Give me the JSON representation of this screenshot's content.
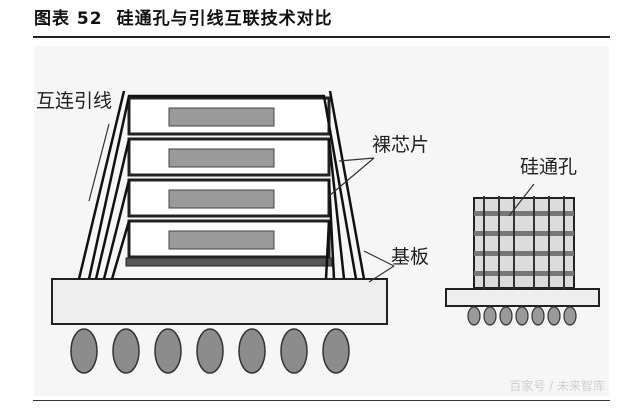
{
  "caption": {
    "number": "图表 52",
    "title": "硅通孔与引线互联技术对比"
  },
  "diagram": {
    "labels": {
      "wire_bond": "互连引线",
      "die": "裸芯片",
      "tsv": "硅通孔",
      "substrate": "基板"
    },
    "watermark": "百家号 / 未来智库"
  }
}
